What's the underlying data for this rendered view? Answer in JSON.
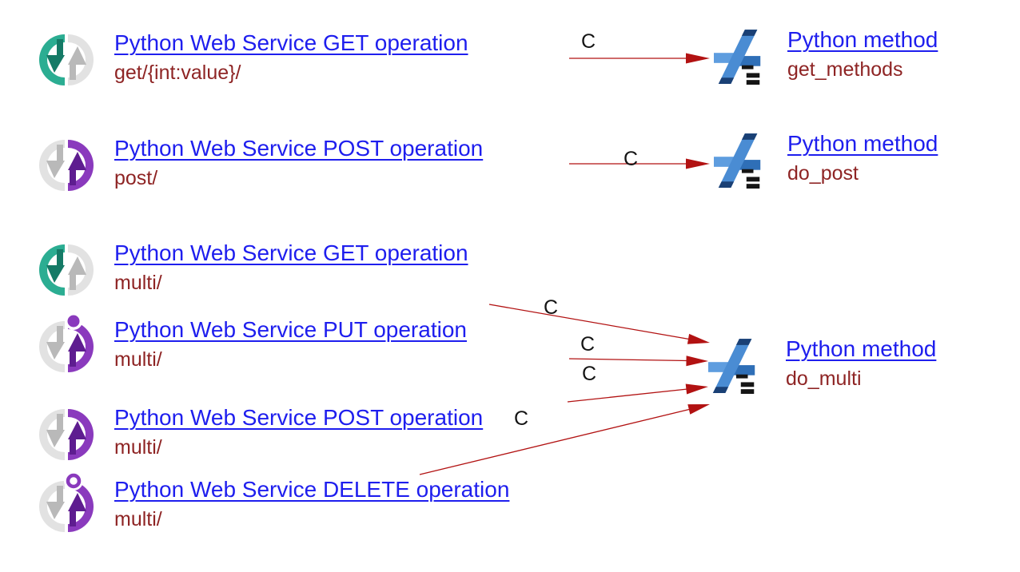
{
  "diagram": {
    "left_nodes": [
      {
        "kind": "python-web-service-get-operation",
        "title": "Python Web Service GET operation",
        "subtitle": "get/{int:value}/"
      },
      {
        "kind": "python-web-service-post-operation",
        "title": "Python Web Service POST operation",
        "subtitle": "post/"
      },
      {
        "kind": "python-web-service-get-operation",
        "title": "Python Web Service GET operation",
        "subtitle": "multi/"
      },
      {
        "kind": "python-web-service-put-operation",
        "title": "Python Web Service PUT operation",
        "subtitle": "multi/"
      },
      {
        "kind": "python-web-service-post-operation",
        "title": "Python Web Service POST operation",
        "subtitle": "multi/"
      },
      {
        "kind": "python-web-service-delete-operation",
        "title": "Python Web Service DELETE operation",
        "subtitle": "multi/"
      }
    ],
    "right_nodes": [
      {
        "kind": "python-method",
        "title": "Python method",
        "subtitle": "get_methods"
      },
      {
        "kind": "python-method",
        "title": "Python method",
        "subtitle": "do_post"
      },
      {
        "kind": "python-method",
        "title": "Python method",
        "subtitle": "do_multi"
      }
    ],
    "edges": [
      {
        "label": "C",
        "from": "get/{int:value}/",
        "to": "get_methods"
      },
      {
        "label": "C",
        "from": "post/",
        "to": "do_post"
      },
      {
        "label": "C",
        "from": "multi/ GET",
        "to": "do_multi"
      },
      {
        "label": "C",
        "from": "multi/ PUT",
        "to": "do_multi"
      },
      {
        "label": "C",
        "from": "multi/ POST",
        "to": "do_multi"
      },
      {
        "label": "C",
        "from": "multi/ DELETE",
        "to": "do_multi"
      }
    ],
    "colors": {
      "link_blue": "#1e1eee",
      "identifier_maroon": "#8e2424",
      "arrow_red": "#b21212",
      "get_teal": "#2bad92",
      "get_teal_dark": "#157a66",
      "modify_purple": "#8a3abd",
      "modify_purple_dark": "#5e1d90",
      "neutral_gray": "#e2e2e2",
      "neutral_gray_dark": "#b9b9b9",
      "method_blue": "#4a8cd3",
      "method_blue_dark": "#1a4075"
    }
  }
}
